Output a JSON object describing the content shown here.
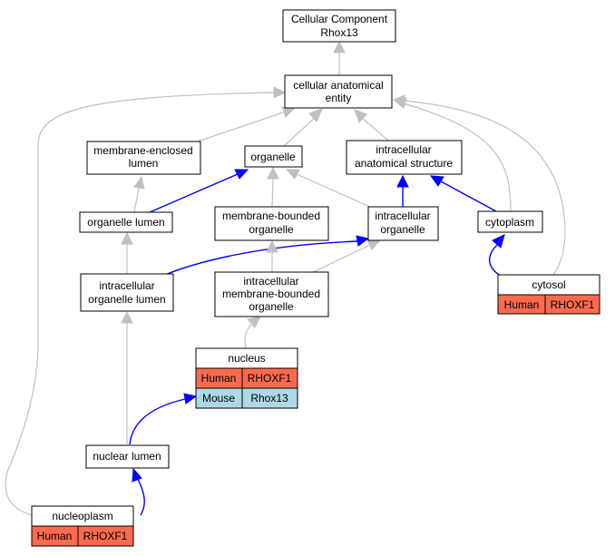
{
  "nodes": {
    "root": {
      "line1": "Cellular Component",
      "line2": "Rhox13"
    },
    "cellular_anatomical_entity": {
      "line1": "cellular anatomical",
      "line2": "entity"
    },
    "membrane_enclosed_lumen": {
      "line1": "membrane-enclosed",
      "line2": "lumen"
    },
    "organelle": {
      "label": "organelle"
    },
    "intracellular_anatomical_structure": {
      "line1": "intracellular",
      "line2": "anatomical structure"
    },
    "organelle_lumen": {
      "label": "organelle lumen"
    },
    "membrane_bounded_organelle": {
      "line1": "membrane-bounded",
      "line2": "organelle"
    },
    "intracellular_organelle": {
      "line1": "intracellular",
      "line2": "organelle"
    },
    "cytoplasm": {
      "label": "cytoplasm"
    },
    "intracellular_organelle_lumen": {
      "line1": "intracellular",
      "line2": "organelle lumen"
    },
    "intracellular_membrane_bounded_organelle": {
      "line1": "intracellular",
      "line2": "membrane-bounded",
      "line3": "organelle"
    },
    "cytosol": {
      "label": "cytosol",
      "species": "Human",
      "gene": "RHOXF1"
    },
    "nucleus": {
      "label": "nucleus",
      "rows": [
        {
          "species": "Human",
          "gene": "RHOXF1"
        },
        {
          "species": "Mouse",
          "gene": "Rhox13"
        }
      ]
    },
    "nuclear_lumen": {
      "label": "nuclear lumen"
    },
    "nucleoplasm": {
      "label": "nucleoplasm",
      "species": "Human",
      "gene": "RHOXF1"
    }
  },
  "colors": {
    "human_cell": "#fa6a4f",
    "mouse_cell": "#add8e6",
    "gray_edge": "#c0c0c0",
    "blue_edge": "#0000ff"
  }
}
